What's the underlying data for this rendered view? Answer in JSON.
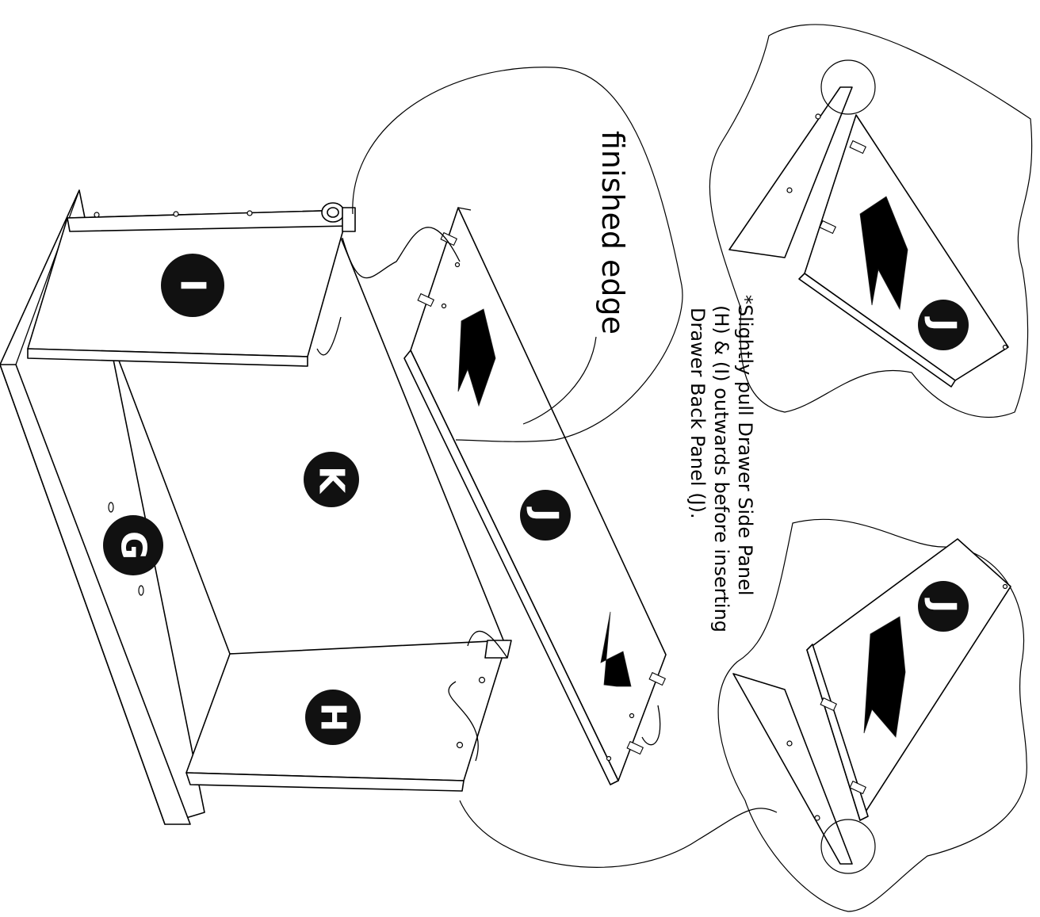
{
  "labels": {
    "finished_edge": "finished edge",
    "note_line1": "*Slightly pull Drawer Side Panel",
    "note_line2": "(H) & (I) outwards before inserting",
    "note_line3": "Drawer Back Panel (J)."
  },
  "parts": {
    "G": "G",
    "H": "H",
    "I": "I",
    "J": "J",
    "K": "K"
  },
  "colors": {
    "line": "#000000",
    "badge": "#111111",
    "background": "#ffffff"
  }
}
